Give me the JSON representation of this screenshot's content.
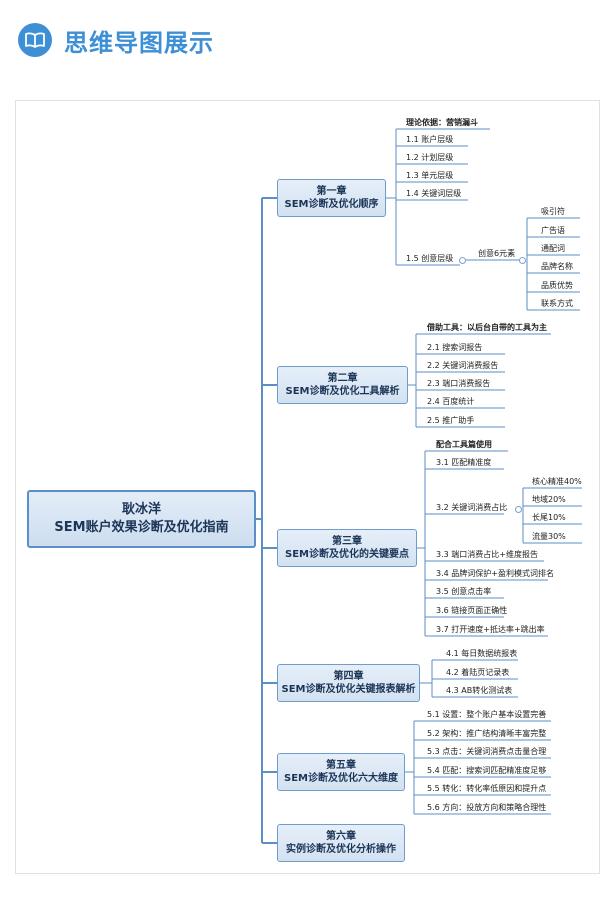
{
  "header": {
    "title": "思维导图展示"
  },
  "root": {
    "line1": "耿冰洋",
    "line2": "SEM账户效果诊断及优化指南"
  },
  "chapters": [
    {
      "line1": "第一章",
      "line2": "SEM诊断及优化顺序",
      "intro": "理论依据：营销漏斗",
      "items": [
        "1.1 账户层级",
        "1.2 计划层级",
        "1.3 单元层级",
        "1.4 关键词层级",
        "1.5 创意层级"
      ],
      "sub_label": "创意6元素",
      "sub_items": [
        "吸引符",
        "广告语",
        "通配词",
        "品牌名称",
        "品质优势",
        "联系方式"
      ]
    },
    {
      "line1": "第二章",
      "line2": "SEM诊断及优化工具解析",
      "intro": "借助工具：以后台自带的工具为主",
      "items": [
        "2.1 搜索词报告",
        "2.2 关键词消费报告",
        "2.3 端口消费报告",
        "2.4 百度统计",
        "2.5 推广助手"
      ]
    },
    {
      "line1": "第三章",
      "line2": "SEM诊断及优化的关键要点",
      "intro": "配合工具篇使用",
      "items": [
        "3.1 匹配精准度",
        "3.2 关键词消费占比",
        "3.3 端口消费占比+维度报告",
        "3.4 品牌词保护+盈利模式词排名",
        "3.5 创意点击率",
        "3.6 链接页面正确性",
        "3.7 打开速度+抵达率+跳出率"
      ],
      "sub_items": [
        "核心精准40%",
        "地域20%",
        "长尾10%",
        "流量30%"
      ]
    },
    {
      "line1": "第四章",
      "line2": "SEM诊断及优化关键报表解析",
      "items": [
        "4.1 每日数据统报表",
        "4.2 着陆页记录表",
        "4.3 AB转化测试表"
      ]
    },
    {
      "line1": "第五章",
      "line2": "SEM诊断及优化六大维度",
      "items": [
        "5.1 设置：整个账户基本设置完善",
        "5.2 架构：推广结构清晰丰富完整",
        "5.3 点击：关键词消费点击量合理",
        "5.4 匹配：搜索词匹配精准度足够",
        "5.5 转化：转化率低原因和提升点",
        "5.6 方向：投放方向和策略合理性"
      ]
    },
    {
      "line1": "第六章",
      "line2": "实例诊断及优化分析操作"
    }
  ],
  "colors": {
    "accent": "#3d8fd6",
    "line": "#5b8fc7"
  }
}
